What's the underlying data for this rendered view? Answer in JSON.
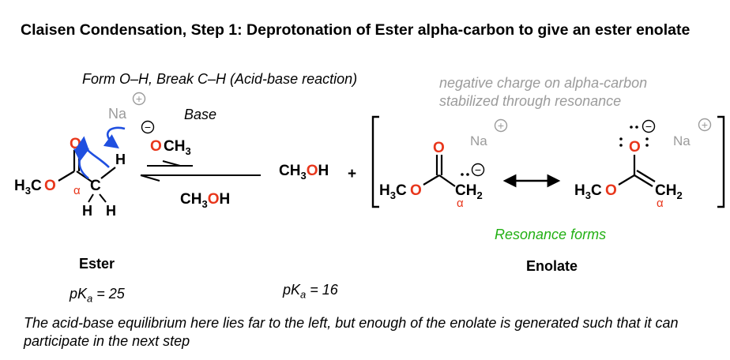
{
  "title": "Claisen Condensation, Step 1: Deprotonation of Ester alpha-carbon to give an ester enolate",
  "subtitle": "Form O–H, Break C–H (Acid-base reaction)",
  "note": {
    "line1": "negative charge on alpha-carbon",
    "line2": "stabilized through resonance"
  },
  "reagent_base": "Base",
  "reagent_below_arrow": "CH3OH",
  "product_methanol": "CH3OH",
  "plus": "+",
  "resonance_label": "Resonance forms",
  "ester_label": "Ester",
  "enolate_label": "Enolate",
  "pka_ester": {
    "prefix": "pK",
    "sub": "a",
    "value": " = 25"
  },
  "pka_methanol": {
    "prefix": "pK",
    "sub": "a",
    "value": " = 16"
  },
  "caption": "The acid-base equilibrium here lies far to the left, but enough of the enolate is generated such that it can participate in the next step",
  "atoms": {
    "na": "Na",
    "oxygen": "O",
    "hydrogen": "H",
    "alpha": "α",
    "h3c": "H3C",
    "c": "C",
    "ch3": "CH3",
    "ch2": "CH2",
    "charge_plus": "+",
    "charge_minus": "−"
  },
  "colors": {
    "oxygen": "#e8361b",
    "arrow_blue": "#1f4fe0",
    "gray": "#9b9b9b",
    "green": "#22b014",
    "alpha": "#e8361b"
  }
}
